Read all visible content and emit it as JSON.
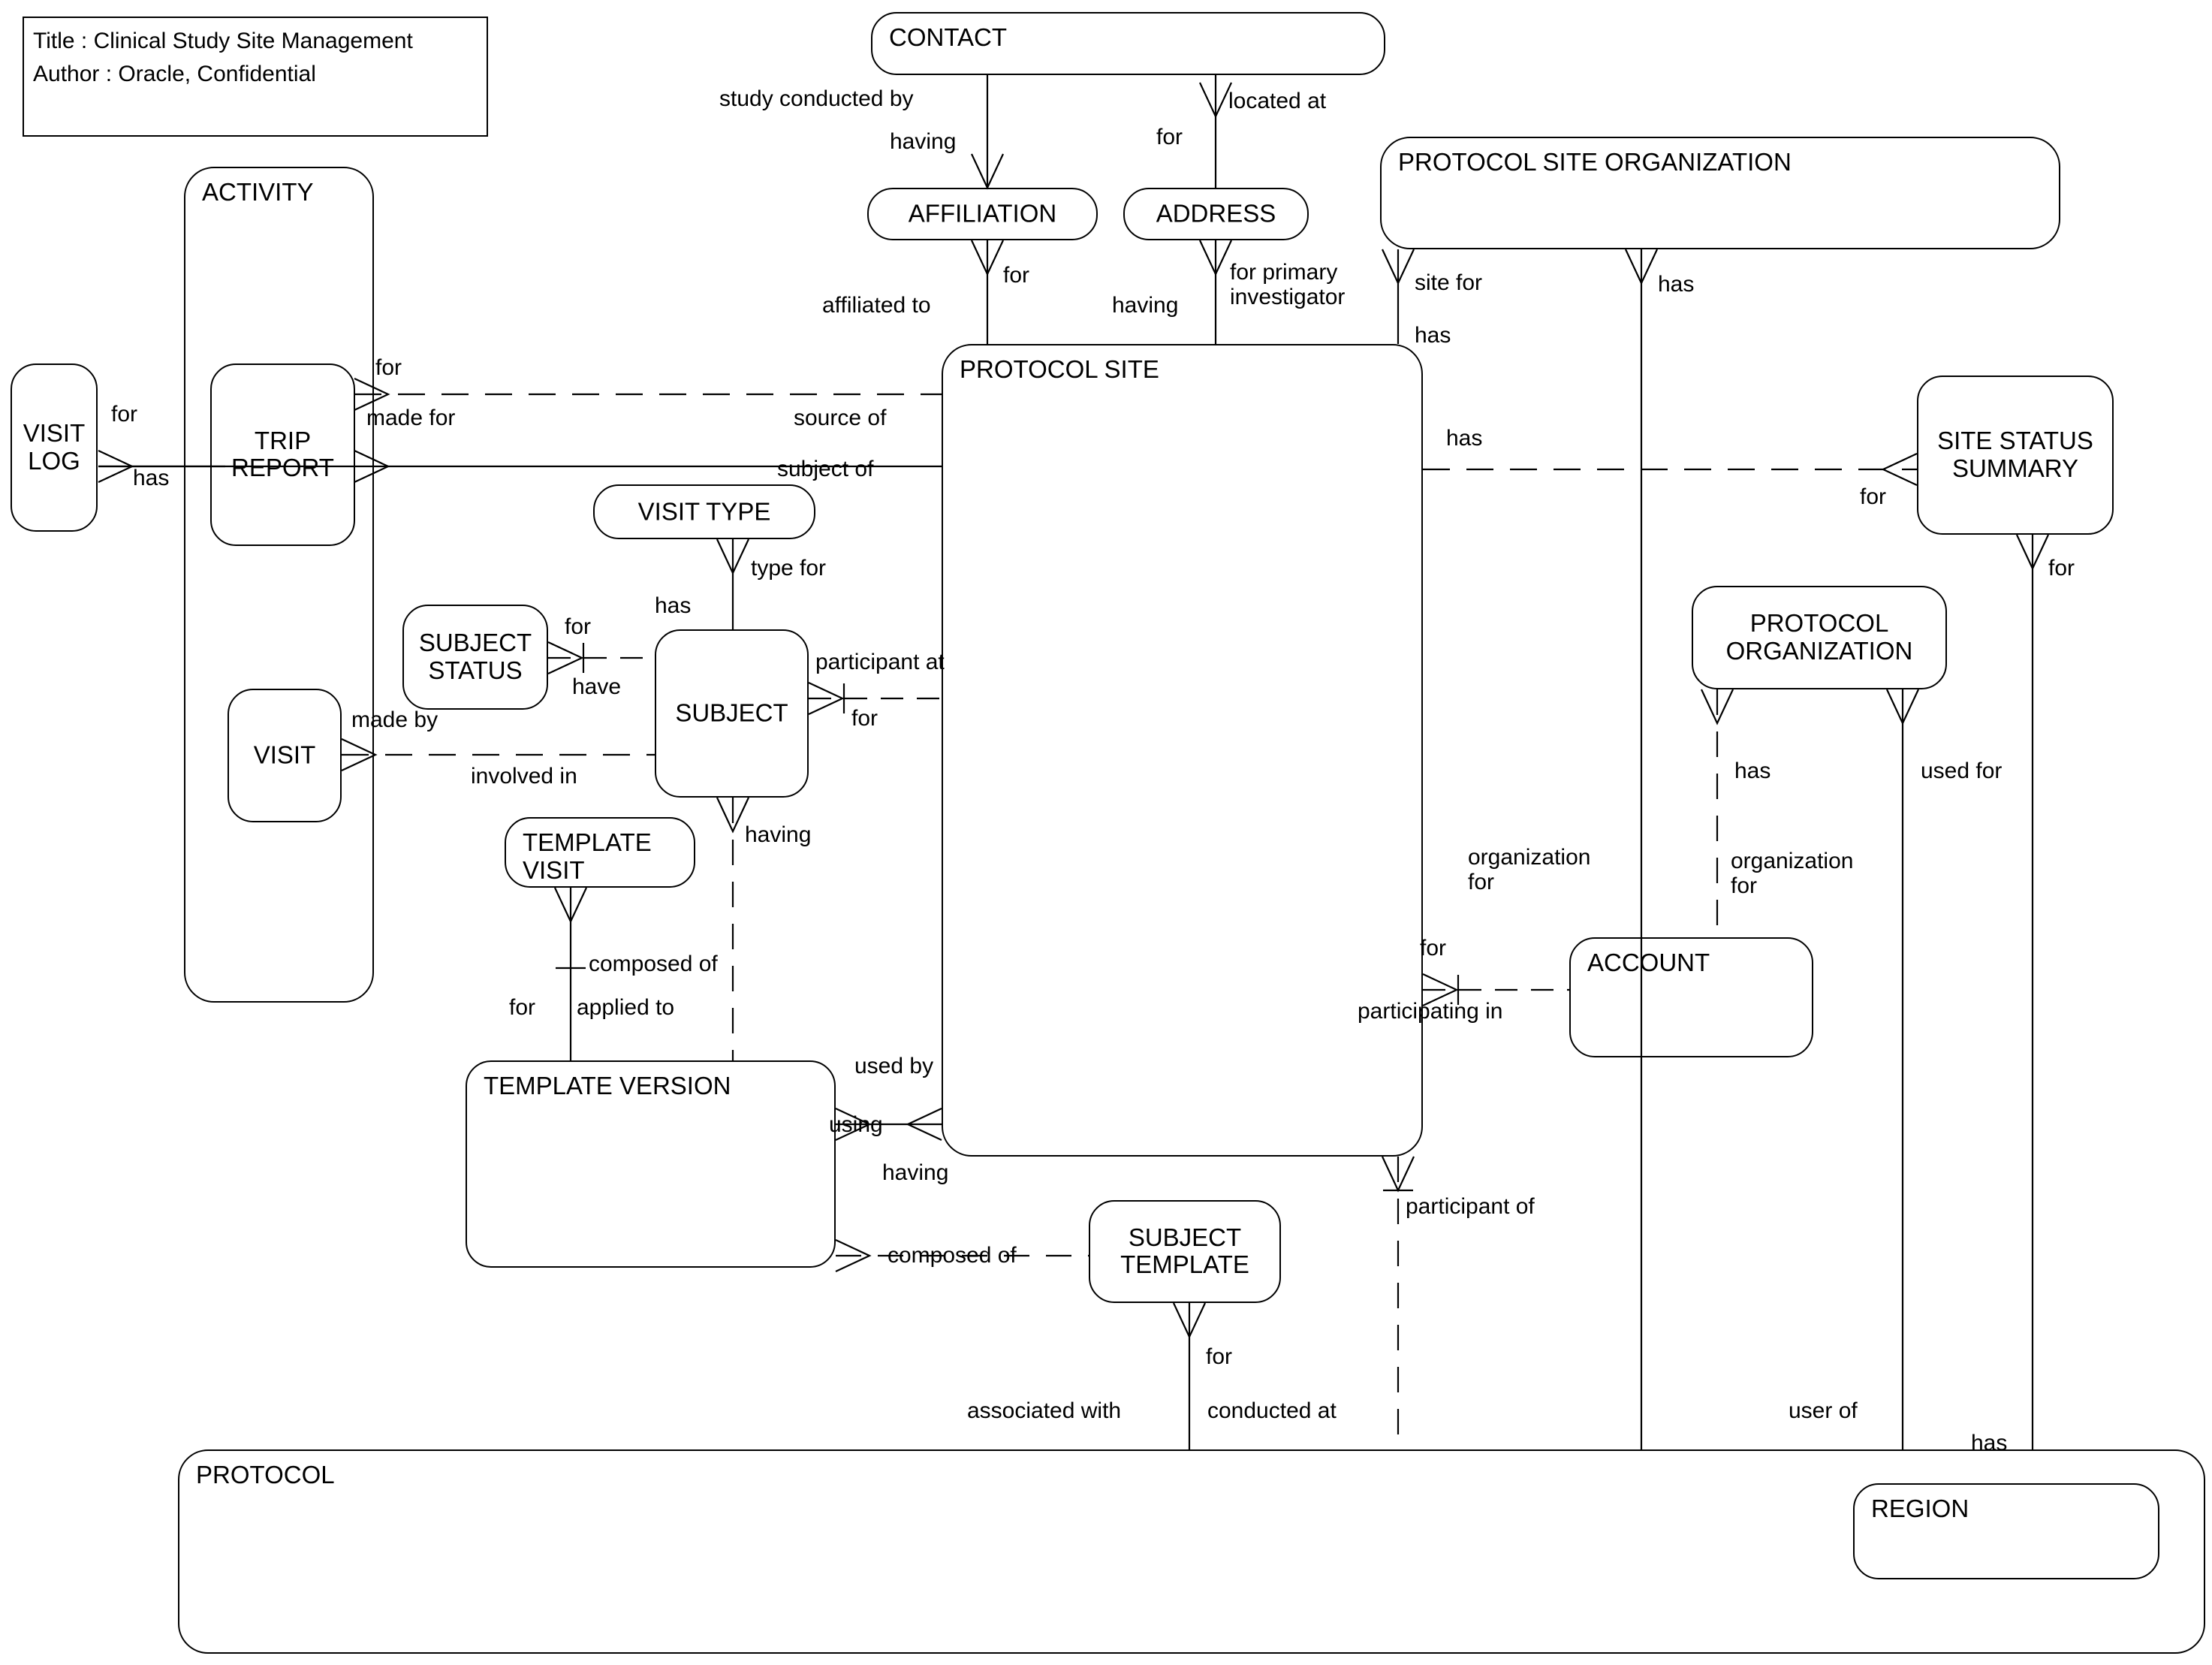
{
  "diagram": {
    "title_box": {
      "line1": "Title : Clinical Study Site Management",
      "line2": "Author : Oracle, Confidential"
    },
    "entities": [
      {
        "key": "visit_log",
        "name": "VISIT\nLOG"
      },
      {
        "key": "activity",
        "name": "ACTIVITY"
      },
      {
        "key": "trip_report",
        "name": "TRIP\nREPORT"
      },
      {
        "key": "visit",
        "name": "VISIT"
      },
      {
        "key": "contact",
        "name": "CONTACT"
      },
      {
        "key": "affiliation",
        "name": "AFFILIATION"
      },
      {
        "key": "address",
        "name": "ADDRESS"
      },
      {
        "key": "protocol_site_org",
        "name": "PROTOCOL SITE ORGANIZATION"
      },
      {
        "key": "protocol_site",
        "name": "PROTOCOL SITE"
      },
      {
        "key": "site_status_summary",
        "name": "SITE STATUS\nSUMMARY"
      },
      {
        "key": "visit_type",
        "name": "VISIT TYPE"
      },
      {
        "key": "subject_status",
        "name": "SUBJECT\nSTATUS"
      },
      {
        "key": "subject",
        "name": "SUBJECT"
      },
      {
        "key": "protocol_organization",
        "name": "PROTOCOL\nORGANIZATION"
      },
      {
        "key": "account",
        "name": "ACCOUNT"
      },
      {
        "key": "template_visit",
        "name": "TEMPLATE\nVISIT"
      },
      {
        "key": "template_version",
        "name": "TEMPLATE VERSION"
      },
      {
        "key": "subject_template",
        "name": "SUBJECT\nTEMPLATE"
      },
      {
        "key": "protocol",
        "name": "PROTOCOL"
      },
      {
        "key": "region",
        "name": "REGION"
      }
    ],
    "relationship_labels": [
      {
        "key": "visitlog_for",
        "text": "for"
      },
      {
        "key": "visitlog_has",
        "text": "has"
      },
      {
        "key": "tripreport_for",
        "text": "for"
      },
      {
        "key": "tripreport_made_for",
        "text": "made for"
      },
      {
        "key": "contact_study_conducted_by",
        "text": "study conducted by"
      },
      {
        "key": "contact_having",
        "text": "having"
      },
      {
        "key": "contact_for",
        "text": "for"
      },
      {
        "key": "contact_located_at",
        "text": "located at"
      },
      {
        "key": "affiliation_for",
        "text": "for"
      },
      {
        "key": "affiliated_to",
        "text": "affiliated to"
      },
      {
        "key": "address_having",
        "text": "having"
      },
      {
        "key": "address_for_primary_investigator",
        "text": "for primary\ninvestigator"
      },
      {
        "key": "pso_site_for",
        "text": "site for"
      },
      {
        "key": "pso_has_top",
        "text": "has"
      },
      {
        "key": "pso_has_left",
        "text": "has"
      },
      {
        "key": "ps_has_right",
        "text": "has"
      },
      {
        "key": "sss_for_left",
        "text": "for"
      },
      {
        "key": "sss_for_bottom",
        "text": "for"
      },
      {
        "key": "ps_source_of",
        "text": "source of"
      },
      {
        "key": "ps_subject_of",
        "text": "subject of"
      },
      {
        "key": "visittype_type_for",
        "text": "type for"
      },
      {
        "key": "subject_has",
        "text": "has"
      },
      {
        "key": "subjectstatus_for",
        "text": "for"
      },
      {
        "key": "subjectstatus_have",
        "text": "have"
      },
      {
        "key": "subject_participant_at",
        "text": "participant at"
      },
      {
        "key": "subject_for",
        "text": "for"
      },
      {
        "key": "visit_made_by",
        "text": "made by"
      },
      {
        "key": "visit_involved_in",
        "text": "involved in"
      },
      {
        "key": "subject_having",
        "text": "having"
      },
      {
        "key": "templatevisit_composed_of",
        "text": "composed of"
      },
      {
        "key": "tv_for",
        "text": "for"
      },
      {
        "key": "tv_applied_to",
        "text": "applied to"
      },
      {
        "key": "tversion_used_by",
        "text": "used by"
      },
      {
        "key": "tversion_using",
        "text": "using"
      },
      {
        "key": "tversion_having",
        "text": "having"
      },
      {
        "key": "tversion_composed_of",
        "text": "composed of"
      },
      {
        "key": "po_has",
        "text": "has"
      },
      {
        "key": "po_used_for",
        "text": "used for"
      },
      {
        "key": "account_organization_for_left",
        "text": "organization\nfor"
      },
      {
        "key": "account_organization_for_right",
        "text": "organization\nfor"
      },
      {
        "key": "account_for",
        "text": "for"
      },
      {
        "key": "account_participating_in",
        "text": "participating in"
      },
      {
        "key": "ps_participant_of",
        "text": "participant of"
      },
      {
        "key": "subjtpl_for",
        "text": "for"
      },
      {
        "key": "protocol_associated_with",
        "text": "associated with"
      },
      {
        "key": "protocol_conducted_at",
        "text": "conducted at"
      },
      {
        "key": "protocol_user_of",
        "text": "user of"
      },
      {
        "key": "protocol_has",
        "text": "has"
      }
    ],
    "style": {
      "line_color": "#000000",
      "background": "#ffffff",
      "text_color": "#000000"
    }
  }
}
